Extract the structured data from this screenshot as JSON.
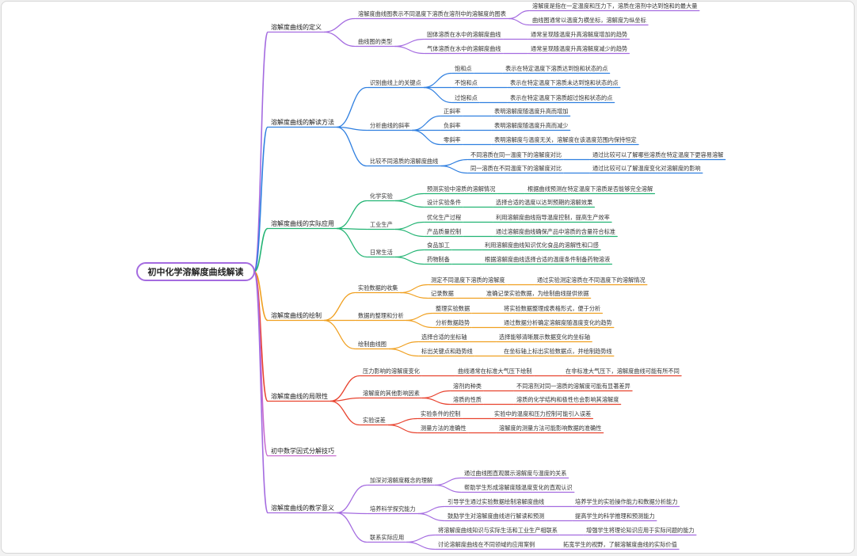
{
  "root": "初中化学溶解度曲线解读",
  "colors": {
    "root_border": "#a46be0",
    "b1": "#a46be0",
    "b2": "#2f7fe0",
    "b3": "#22b473",
    "b4": "#f0a020",
    "b5": "#e8432f",
    "b6": "#c86bd0",
    "b7": "#a46be0"
  },
  "branches": [
    {
      "id": "b1",
      "label": "溶解度曲线的定义",
      "children": [
        {
          "label": "溶解度曲线图表示不同温度下溶质在溶剂中的溶解度的图表",
          "children": [
            {
              "label": "溶解度是指在一定温度和压力下，溶质在溶剂中达到饱和的最大量"
            },
            {
              "label": "曲线图通常以温度为横坐标，溶解度为纵坐标"
            }
          ]
        },
        {
          "label": "曲线图的类型",
          "children": [
            {
              "label": "固体溶质在水中的溶解度曲线",
              "children": [
                {
                  "label": "通常呈现随温度升高溶解度增加的趋势"
                }
              ]
            },
            {
              "label": "气体溶质在水中的溶解度曲线",
              "children": [
                {
                  "label": "通常呈现随温度升高溶解度减少的趋势"
                }
              ]
            }
          ]
        }
      ]
    },
    {
      "id": "b2",
      "label": "溶解度曲线的解读方法",
      "children": [
        {
          "label": "识别曲线上的关键点",
          "children": [
            {
              "label": "饱和点",
              "children": [
                {
                  "label": "表示在特定温度下溶质达到饱和状态的点"
                }
              ]
            },
            {
              "label": "不饱和点",
              "children": [
                {
                  "label": "表示在特定温度下溶质未达到饱和状态的点"
                }
              ]
            },
            {
              "label": "过饱和点",
              "children": [
                {
                  "label": "表示在特定温度下溶质超过饱和状态的点"
                }
              ]
            }
          ]
        },
        {
          "label": "分析曲线的斜率",
          "children": [
            {
              "label": "正斜率",
              "children": [
                {
                  "label": "表明溶解度随温度升高而增加"
                }
              ]
            },
            {
              "label": "负斜率",
              "children": [
                {
                  "label": "表明溶解度随温度升高而减少"
                }
              ]
            },
            {
              "label": "零斜率",
              "children": [
                {
                  "label": "表明溶解度与温度无关，溶解度在该温度范围内保持恒定"
                }
              ]
            }
          ]
        },
        {
          "label": "比较不同溶质的溶解度曲线",
          "children": [
            {
              "label": "不同溶质在同一温度下的溶解度对比",
              "children": [
                {
                  "label": "通过比较可以了解哪些溶质在特定温度下更容易溶解"
                }
              ]
            },
            {
              "label": "同一溶质在不同温度下的溶解度对比",
              "children": [
                {
                  "label": "通过比较可以了解温度变化对溶解度的影响"
                }
              ]
            }
          ]
        }
      ]
    },
    {
      "id": "b3",
      "label": "溶解度曲线的实际应用",
      "children": [
        {
          "label": "化学实验",
          "children": [
            {
              "label": "预测实验中溶质的溶解情况",
              "children": [
                {
                  "label": "根据曲线预测在特定温度下溶质是否能够完全溶解"
                }
              ]
            },
            {
              "label": "设计实验条件",
              "children": [
                {
                  "label": "选择合适的温度以达到预期的溶解效果"
                }
              ]
            }
          ]
        },
        {
          "label": "工业生产",
          "children": [
            {
              "label": "优化生产过程",
              "children": [
                {
                  "label": "利用溶解度曲线指导温度控制，提高生产效率"
                }
              ]
            },
            {
              "label": "产品质量控制",
              "children": [
                {
                  "label": "通过溶解度曲线确保产品中溶质的含量符合标准"
                }
              ]
            }
          ]
        },
        {
          "label": "日常生活",
          "children": [
            {
              "label": "食品加工",
              "children": [
                {
                  "label": "利用溶解度曲线知识优化食品的溶解性和口感"
                }
              ]
            },
            {
              "label": "药物制备",
              "children": [
                {
                  "label": "根据溶解度曲线选择合适的温度条件制备药物溶液"
                }
              ]
            }
          ]
        }
      ]
    },
    {
      "id": "b4",
      "label": "溶解度曲线的绘制",
      "children": [
        {
          "label": "实验数据的收集",
          "children": [
            {
              "label": "测定不同温度下溶质的溶解度",
              "children": [
                {
                  "label": "通过实验测定溶质在不同温度下的溶解情况"
                }
              ]
            },
            {
              "label": "记录数据",
              "children": [
                {
                  "label": "准确记录实验数据，为绘制曲线提供依据"
                }
              ]
            }
          ]
        },
        {
          "label": "数据的整理和分析",
          "children": [
            {
              "label": "整理实验数据",
              "children": [
                {
                  "label": "将实验数据整理成表格形式，便于分析"
                }
              ]
            },
            {
              "label": "分析数据趋势",
              "children": [
                {
                  "label": "通过数据分析确定溶解度随温度变化的趋势"
                }
              ]
            }
          ]
        },
        {
          "label": "绘制曲线图",
          "children": [
            {
              "label": "选择合适的坐标轴",
              "children": [
                {
                  "label": "选择能够清晰展示数据变化的坐标轴"
                }
              ]
            },
            {
              "label": "标出关键点和趋势线",
              "children": [
                {
                  "label": "在坐标轴上标出实验数据点，并绘制趋势线"
                }
              ]
            }
          ]
        }
      ]
    },
    {
      "id": "b5",
      "label": "溶解度曲线的局限性",
      "children": [
        {
          "label": "压力影响的溶解度变化",
          "children": [
            {
              "label": "曲线通常在标准大气压下绘制",
              "children": [
                {
                  "label": "在非标准大气压下，溶解度曲线可能有所不同"
                }
              ]
            }
          ]
        },
        {
          "label": "溶解度的其他影响因素",
          "children": [
            {
              "label": "溶剂的种类",
              "children": [
                {
                  "label": "不同溶剂对同一溶质的溶解度可能有显著差异"
                }
              ]
            },
            {
              "label": "溶质的性质",
              "children": [
                {
                  "label": "溶质的化学结构和极性也会影响其溶解度"
                }
              ]
            }
          ]
        },
        {
          "label": "实验误差",
          "children": [
            {
              "label": "实验条件的控制",
              "children": [
                {
                  "label": "实验中的温度和压力控制可能引入误差"
                }
              ]
            },
            {
              "label": "测量方法的准确性",
              "children": [
                {
                  "label": "溶解度的测量方法可能影响数据的准确性"
                }
              ]
            }
          ]
        }
      ]
    },
    {
      "id": "b6",
      "label": "初中数学因式分解技巧",
      "children": []
    },
    {
      "id": "b7",
      "label": "溶解度曲线的教学意义",
      "children": [
        {
          "label": "加深对溶解度概念的理解",
          "children": [
            {
              "label": "通过曲线图直观展示溶解度与温度的关系"
            },
            {
              "label": "帮助学生形成溶解度随温度变化的直观认识"
            }
          ]
        },
        {
          "label": "培养科学探究能力",
          "children": [
            {
              "label": "引导学生通过实验数据绘制溶解度曲线",
              "children": [
                {
                  "label": "培养学生的实验操作能力和数据分析能力"
                }
              ]
            },
            {
              "label": "鼓励学生对溶解度曲线进行解读和预测",
              "children": [
                {
                  "label": "提高学生的科学推理和预测能力"
                }
              ]
            }
          ]
        },
        {
          "label": "联系实际应用",
          "children": [
            {
              "label": "将溶解度曲线知识与实际生活和工业生产相联系",
              "children": [
                {
                  "label": "增强学生将理论知识应用于实际问题的能力"
                }
              ]
            },
            {
              "label": "讨论溶解度曲线在不同领域的应用案例",
              "children": [
                {
                  "label": "拓宽学生的视野，了解溶解度曲线的实际价值"
                }
              ]
            }
          ]
        }
      ]
    }
  ]
}
